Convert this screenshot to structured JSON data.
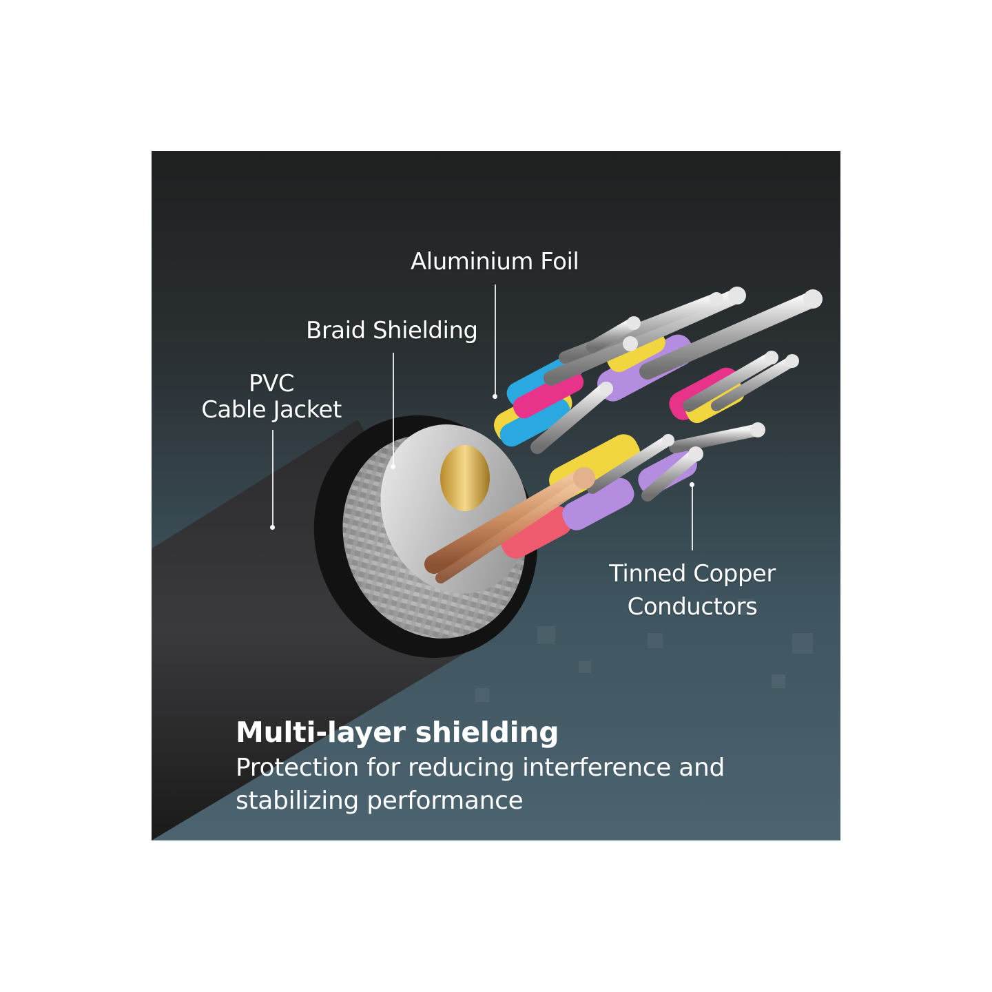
{
  "labels": {
    "aluminium_foil": "Aluminium Foil",
    "braid_shielding": "Braid Shielding",
    "pvc_line1": "PVC",
    "pvc_line2": "Cable Jacket",
    "tinned_line1": "Tinned Copper",
    "tinned_line2": "Conductors"
  },
  "caption": {
    "headline": "Multi-layer shielding",
    "tagline": "Protection for reducing interference and stabilizing performance"
  },
  "colors": {
    "jacket": "#1c1c1e",
    "braid": "#9a9a9a",
    "foil": "#d6d6d6",
    "wire_insulation": [
      "#f2d640",
      "#2aa9e0",
      "#e8338a",
      "#b48de0",
      "#ef5b6e"
    ],
    "conductor_bare": "#c9c9c9",
    "conductor_copper": "#c98a5e"
  }
}
